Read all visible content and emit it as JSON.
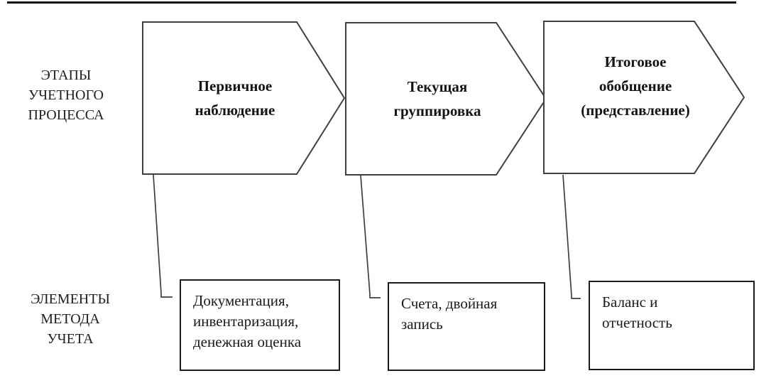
{
  "diagram": {
    "kind": "accounting-process-flow",
    "row_labels": {
      "stages": {
        "line1": "ЭТАПЫ",
        "line2": "УЧЕТНОГО",
        "line3": "ПРОЦЕССА"
      },
      "elements": {
        "line1": "ЭЛЕМЕНТЫ",
        "line2": "МЕТОДА",
        "line3": "УЧЕТА"
      }
    },
    "stages": [
      {
        "line1": "Первичное",
        "line2": "наблюдение"
      },
      {
        "line1": "Текущая",
        "line2": "группировка"
      },
      {
        "line1": "Итоговое",
        "line2": "обобщение",
        "line3": "(представление)"
      }
    ],
    "method_elements": [
      {
        "line1": "Документация,",
        "line2": "инвентаризация,",
        "line3": "денежная оценка"
      },
      {
        "line1": "Счета, двойная",
        "line2": "запись"
      },
      {
        "line1": "Баланс и",
        "line2": "отчетность"
      }
    ],
    "colors": {
      "shape_stroke": "#3f3f3f",
      "box_border": "#1c1c1c",
      "rule": "#121212",
      "text": "#161616",
      "fill": "#ffffff"
    }
  }
}
